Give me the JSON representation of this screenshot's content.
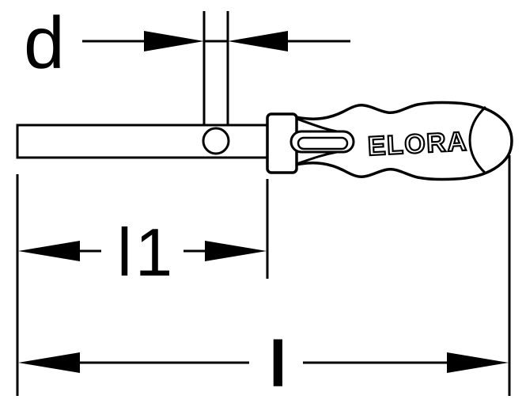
{
  "drawing": {
    "brand": "ELORA",
    "dimension_labels": {
      "diameter": "d",
      "blade_length": "l1",
      "overall_length": "l"
    },
    "colors": {
      "line": "#000000",
      "background": "#ffffff"
    }
  }
}
